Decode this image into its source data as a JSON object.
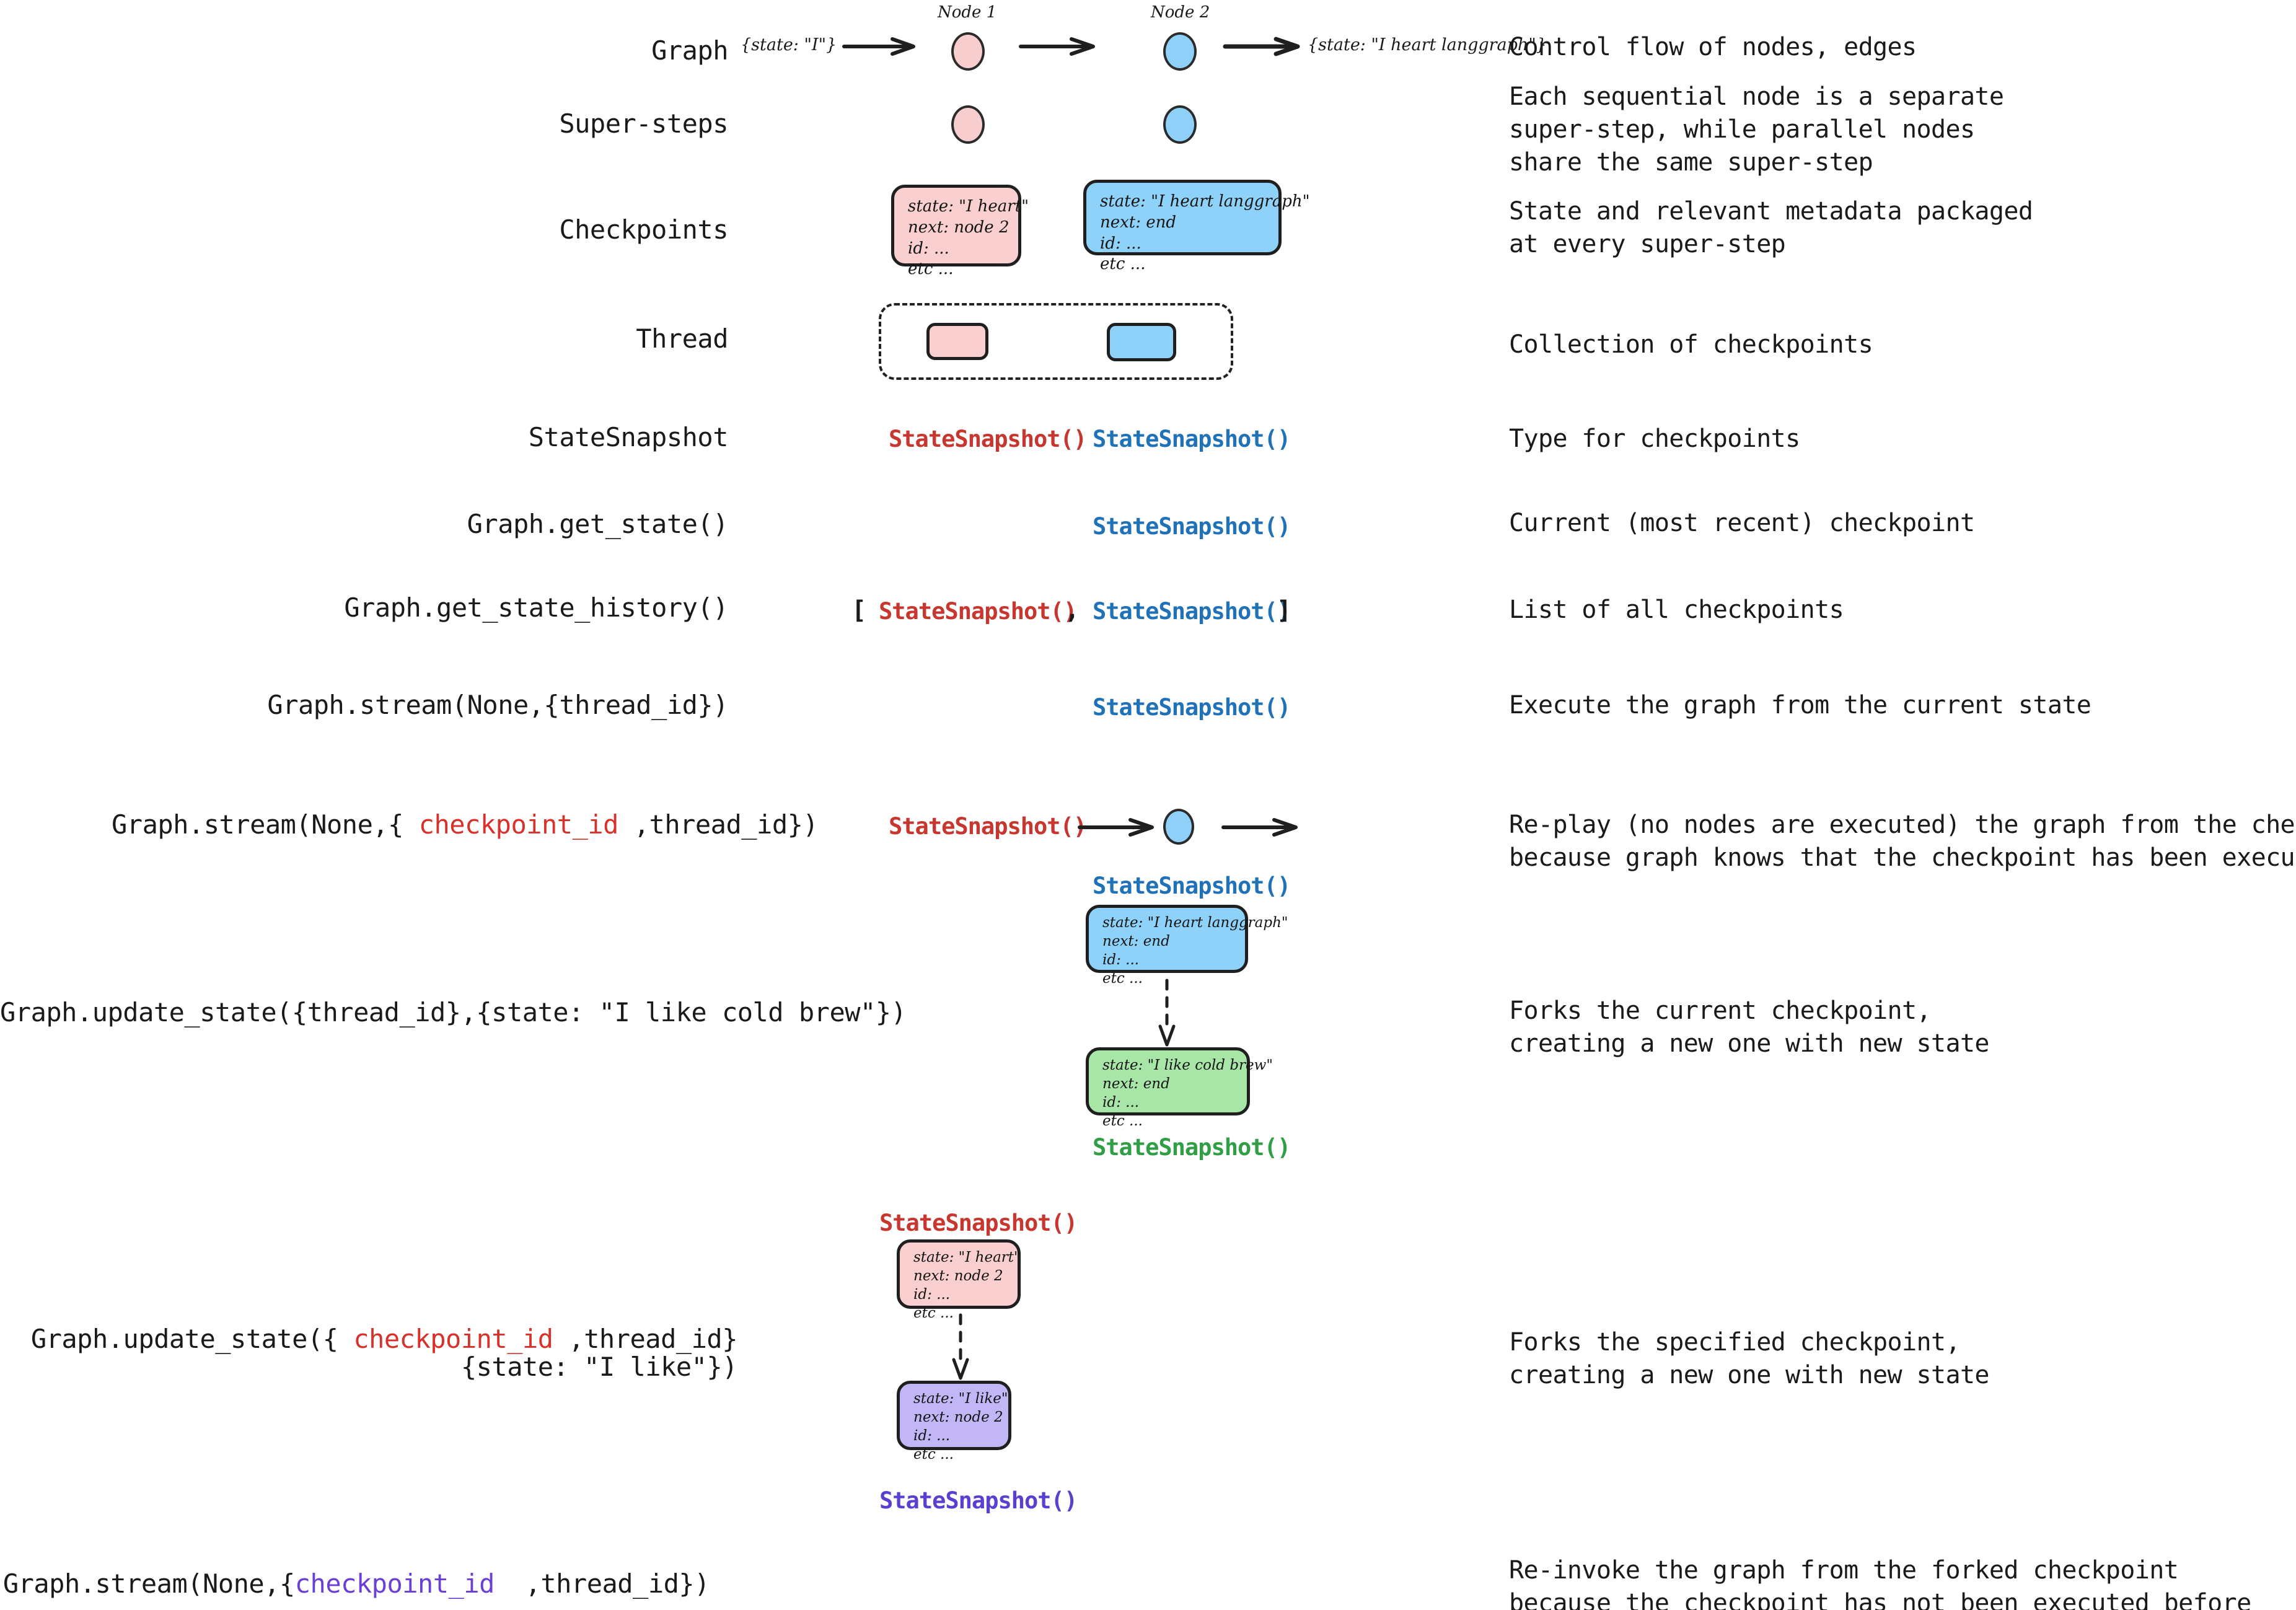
{
  "colors": {
    "pink_fill": "#f8cdcd",
    "blue_fill": "#8fd0f8",
    "green_fill": "#a8e6a8",
    "purple_fill": "#c3b6f7",
    "red_text": "#c8372f",
    "blue_text": "#1f72b8",
    "green_text": "#2f9e44",
    "purple_text": "#5b3fd0",
    "stroke": "#1f1f1f"
  },
  "rows": {
    "graph": {
      "label": "Graph",
      "desc": "Control flow of nodes, edges"
    },
    "supersteps": {
      "label": "Super-steps",
      "desc": "Each sequential node is a separate\nsuper-step, while parallel nodes\nshare the same super-step"
    },
    "checkpoints": {
      "label": "Checkpoints",
      "desc": "State and relevant metadata packaged\nat every super-step"
    },
    "thread": {
      "label": "Thread",
      "desc": "Collection of checkpoints"
    },
    "statesnapshot": {
      "label": "StateSnapshot",
      "desc": "Type for checkpoints"
    },
    "get_state": {
      "label": "Graph.get_state()",
      "desc": "Current (most recent) checkpoint"
    },
    "get_history": {
      "label": "Graph.get_state_history()",
      "desc": "List of all checkpoints"
    },
    "stream_thread": {
      "label": "Graph.stream(None,{thread_id})",
      "desc": "Execute the graph from the current state"
    },
    "stream_cp": {
      "label_pre": "Graph.stream(None,{ ",
      "label_token": "checkpoint_id",
      "label_post": " ,thread_id})",
      "desc": "Re-play (no nodes are executed) the graph from the checkpoint,\nbecause graph knows that the checkpoint has been executed before"
    },
    "update_thread": {
      "label": "Graph.update_state({thread_id},{state: \"I like cold brew\"})",
      "desc": "Forks the current checkpoint,\ncreating a new one with new state"
    },
    "update_cp": {
      "label_pre": "Graph.update_state({ ",
      "label_token": "checkpoint_id",
      "label_post": " ,thread_id}",
      "label_line2": "{state: \"I like\"})",
      "desc": "Forks the specified checkpoint,\ncreating a new one with new state"
    },
    "stream_forked": {
      "label_pre": "Graph.stream(None,{",
      "label_token": "checkpoint_id",
      "label_post": "  ,thread_id})",
      "desc": "Re-invoke the graph from the forked checkpoint\nbecause the checkpoint has not been executed before"
    }
  },
  "graph_row": {
    "input_state": "{state: \"I\"}",
    "output_state": "{state: \"I heart langgraph\"}",
    "node1_label": "Node 1",
    "node2_label": "Node 2"
  },
  "snapshot_label": "StateSnapshot()",
  "list_open": "[",
  "list_comma": ",",
  "list_close": "]",
  "cards": {
    "pink_node1": {
      "lines": [
        "state: \"I heart\"",
        "next: node 2",
        "id: ...",
        "etc ..."
      ]
    },
    "blue_node2": {
      "lines": [
        "state: \"I heart langgraph\"",
        "next: end",
        "id: ...",
        "etc ..."
      ]
    },
    "blue_replay": {
      "lines": [
        "state: \"I heart langgraph\"",
        "next: end",
        "id: ...",
        "etc ..."
      ]
    },
    "green_fork": {
      "lines": [
        "state: \"I like cold brew\"",
        "next: end",
        "id: ...",
        "etc ..."
      ]
    },
    "pink_fork_src": {
      "lines": [
        "state: \"I heart\"",
        "next: node 2",
        "id: ...",
        "etc ..."
      ]
    },
    "purple_fork": {
      "lines": [
        "state: \"I like\"",
        "next: node 2",
        "id: ...",
        "etc ..."
      ]
    }
  }
}
